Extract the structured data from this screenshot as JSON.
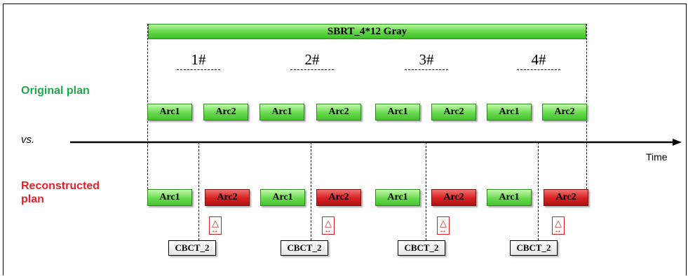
{
  "banner": "SBRT_4*12 Gray",
  "fractions": [
    "1#",
    "2#",
    "3#",
    "4#"
  ],
  "labels": {
    "original": "Original plan",
    "vs": "vs.",
    "reconstructed_line1": "Reconstructed",
    "reconstructed_line2": "plan",
    "time": "Time"
  },
  "arcs": {
    "original": [
      "Arc1",
      "Arc2",
      "Arc1",
      "Arc2",
      "Arc1",
      "Arc2",
      "Arc1",
      "Arc2"
    ],
    "reconstructed": [
      "Arc1",
      "Arc2",
      "Arc1",
      "Arc2",
      "Arc1",
      "Arc2",
      "Arc1",
      "Arc2"
    ]
  },
  "cbct": [
    "CBCT_2",
    "CBCT_2",
    "CBCT_2",
    "CBCT_2"
  ],
  "colors": {
    "original_arc": "#5fd446",
    "reconstructed_arc1": "#5fd446",
    "reconstructed_arc2": "#d62020",
    "original_label": "#1fa84a",
    "reconstructed_label": "#e8202a",
    "delta_icon": "#d62020"
  }
}
